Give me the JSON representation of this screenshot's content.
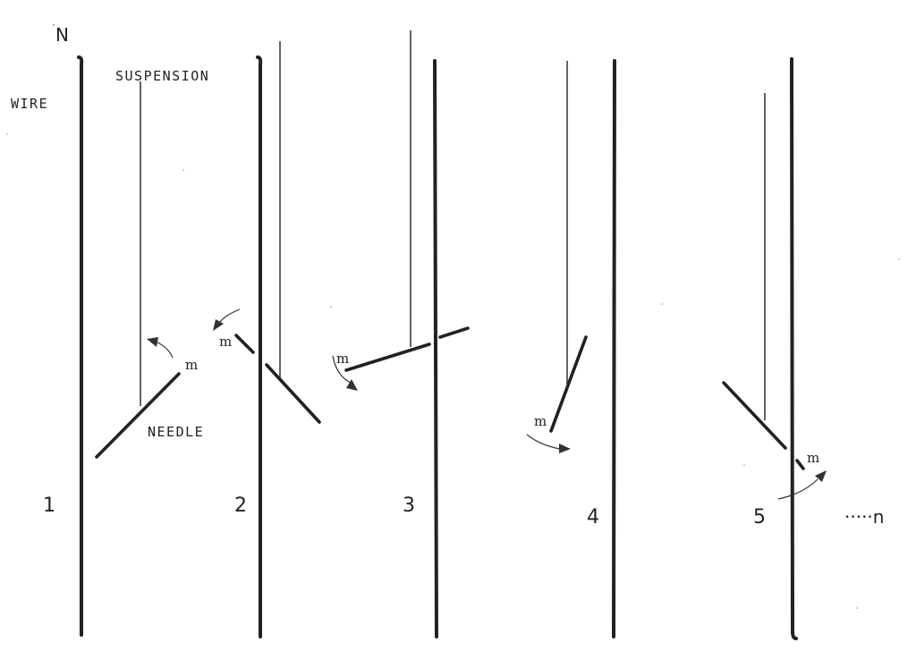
{
  "labels": {
    "north": "N",
    "suspension": "SUSPENSION",
    "wire": "WIRE",
    "needle": "NEEDLE",
    "magnet_pole": "m",
    "continuation": "·····n"
  },
  "panels": [
    {
      "number": "1",
      "pole": "m"
    },
    {
      "number": "2",
      "pole": "m"
    },
    {
      "number": "3",
      "pole": "m"
    },
    {
      "number": "4",
      "pole": "m"
    },
    {
      "number": "5",
      "pole": "m"
    }
  ]
}
